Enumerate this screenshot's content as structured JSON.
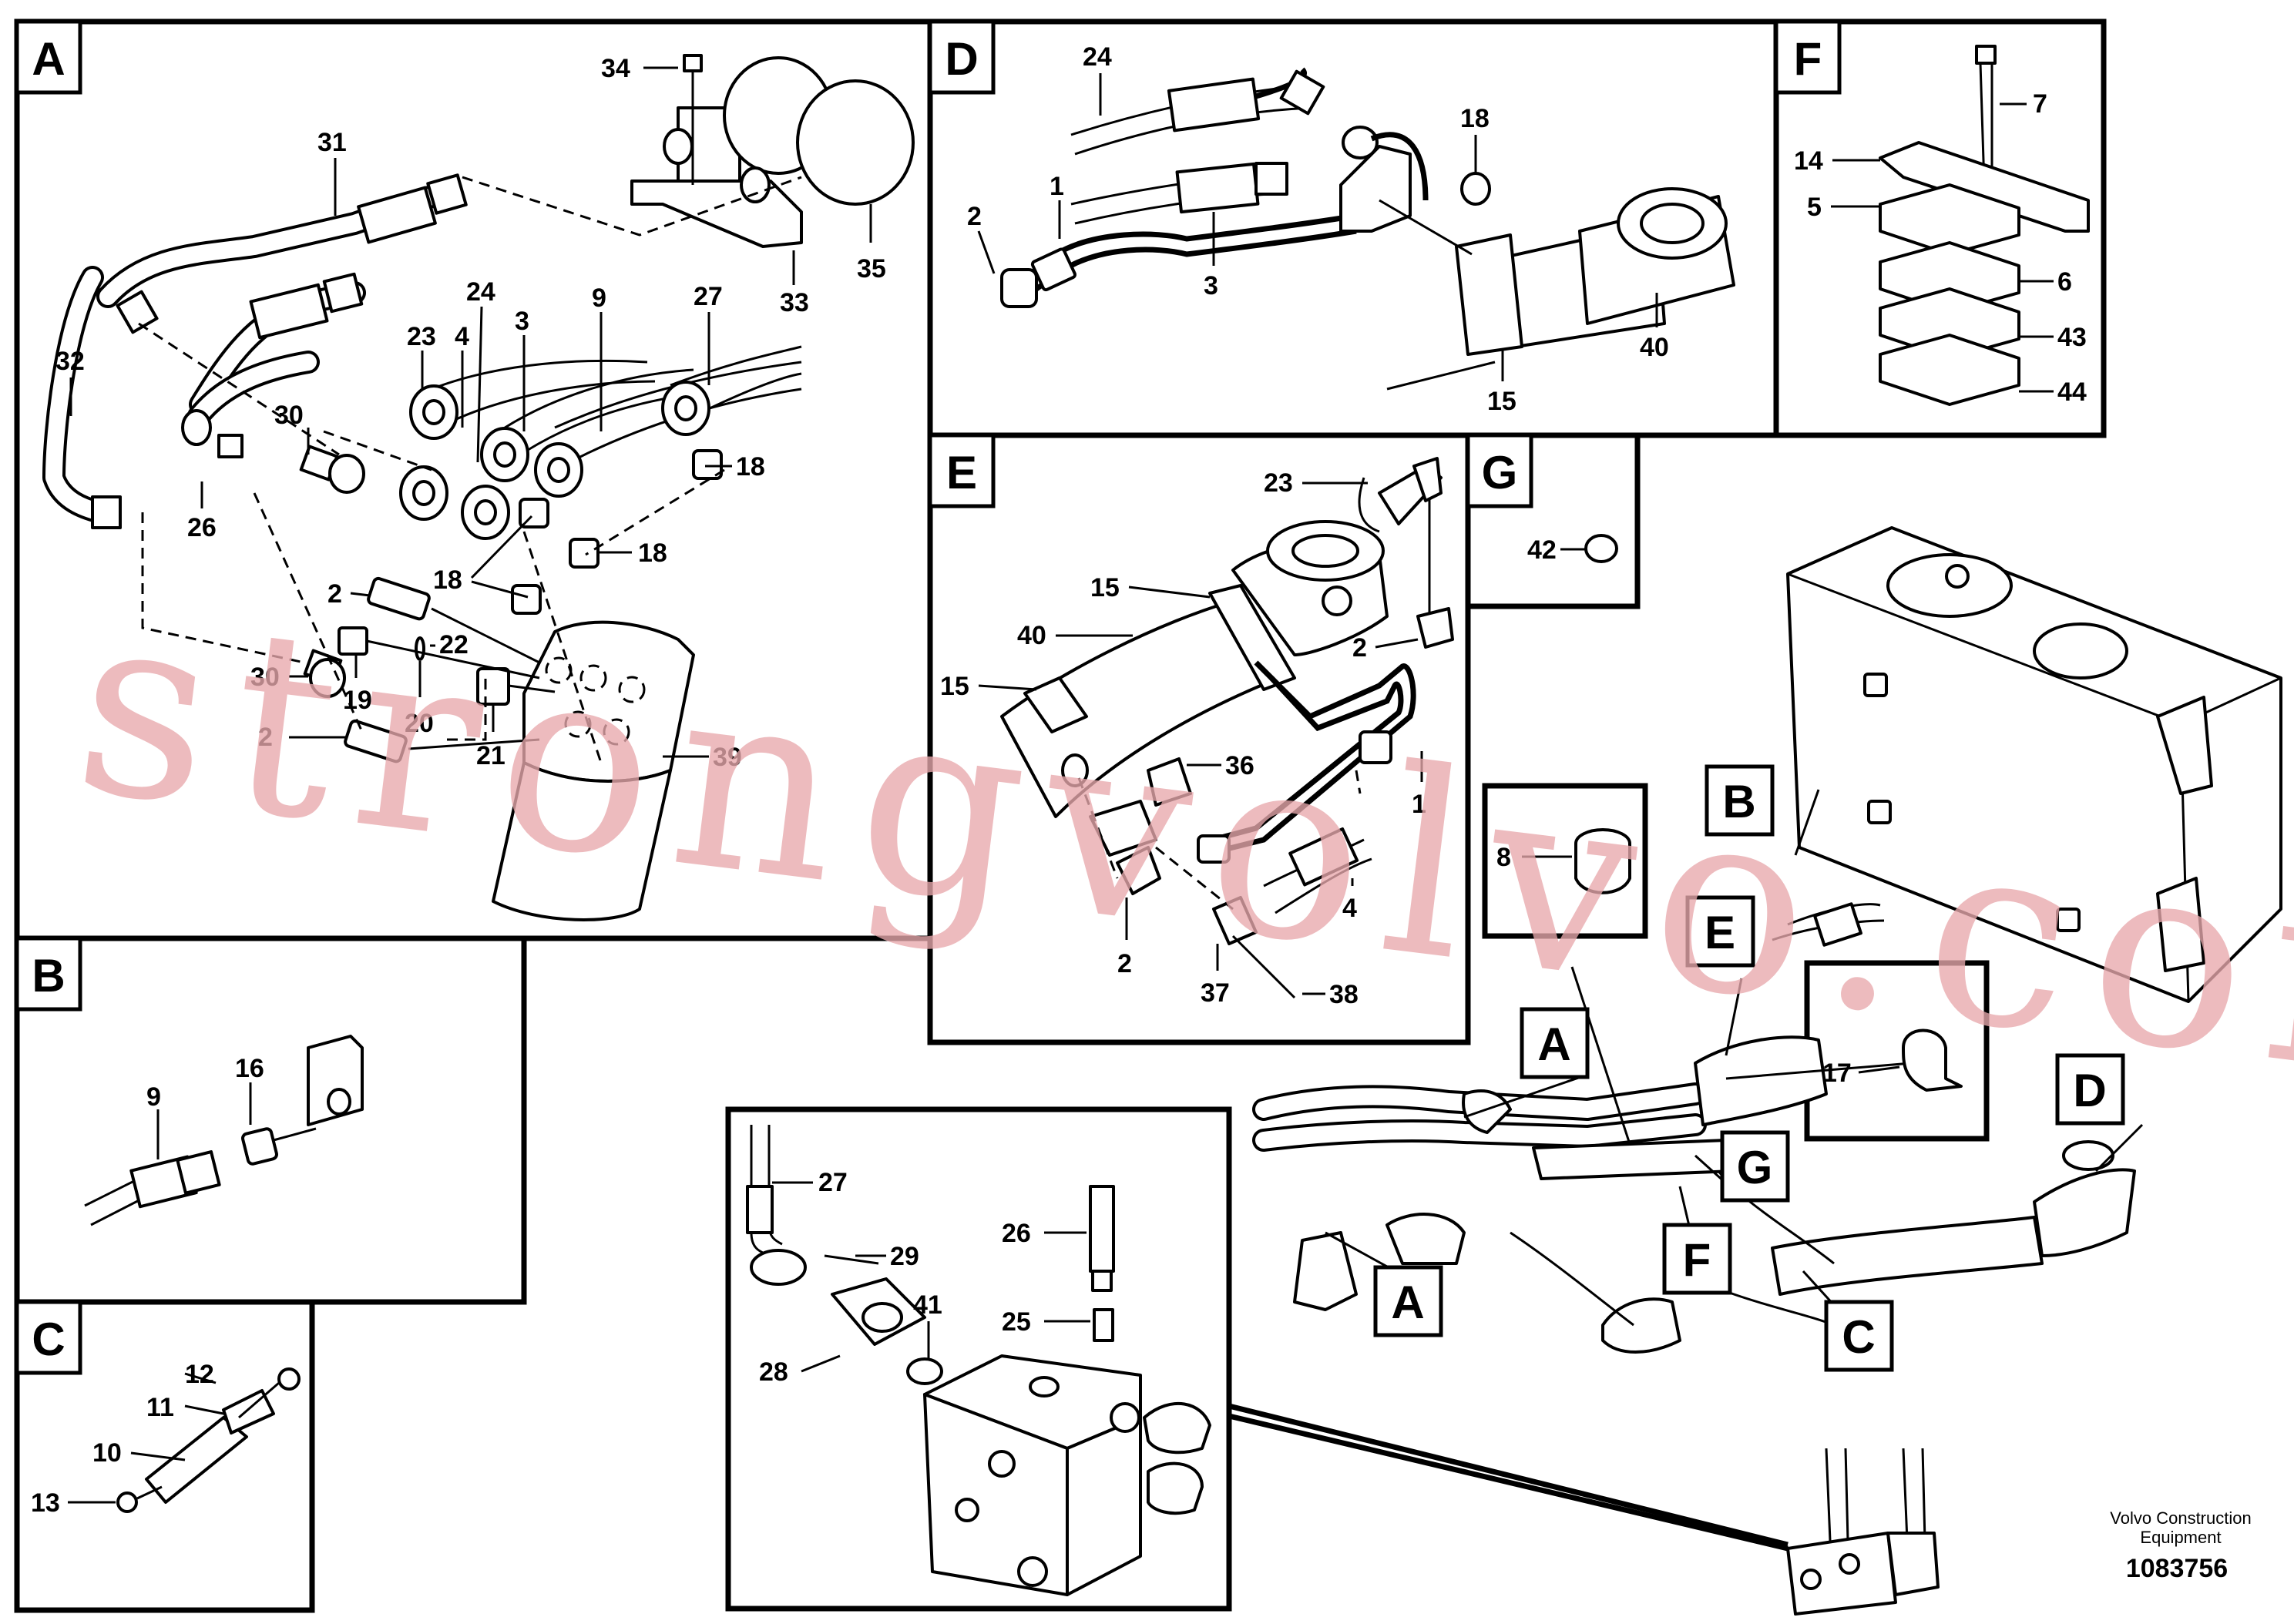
{
  "panels": [
    {
      "id": "A",
      "label": "A"
    },
    {
      "id": "B",
      "label": "B"
    },
    {
      "id": "C",
      "label": "C"
    },
    {
      "id": "D",
      "label": "D"
    },
    {
      "id": "E",
      "label": "E"
    },
    {
      "id": "F",
      "label": "F"
    },
    {
      "id": "G",
      "label": "G"
    }
  ],
  "overview_labels": [
    "A",
    "B",
    "C",
    "D",
    "E",
    "F",
    "G"
  ],
  "callouts": {
    "A": [
      "34",
      "31",
      "33",
      "35",
      "24",
      "3",
      "9",
      "27",
      "23",
      "4",
      "32",
      "30",
      "26",
      "18",
      "18",
      "18",
      "2",
      "22",
      "30",
      "19",
      "20",
      "2",
      "21",
      "39"
    ],
    "B": [
      "9",
      "16"
    ],
    "C": [
      "12",
      "11",
      "10",
      "13"
    ],
    "D": [
      "24",
      "18",
      "2",
      "1",
      "3",
      "40",
      "15"
    ],
    "E": [
      "23",
      "15",
      "40",
      "15",
      "2",
      "36",
      "1",
      "4",
      "2",
      "37",
      "38"
    ],
    "F": [
      "7",
      "14",
      "5",
      "6",
      "43",
      "44"
    ],
    "G": [
      "42"
    ],
    "overview": [
      "8",
      "17"
    ],
    "valve": [
      "27",
      "29",
      "26",
      "25",
      "41",
      "28"
    ]
  },
  "watermark": "strongvolvo.com",
  "footer": {
    "brand_line1": "Volvo Construction",
    "brand_line2": "Equipment",
    "drawing_number": "1083756"
  }
}
